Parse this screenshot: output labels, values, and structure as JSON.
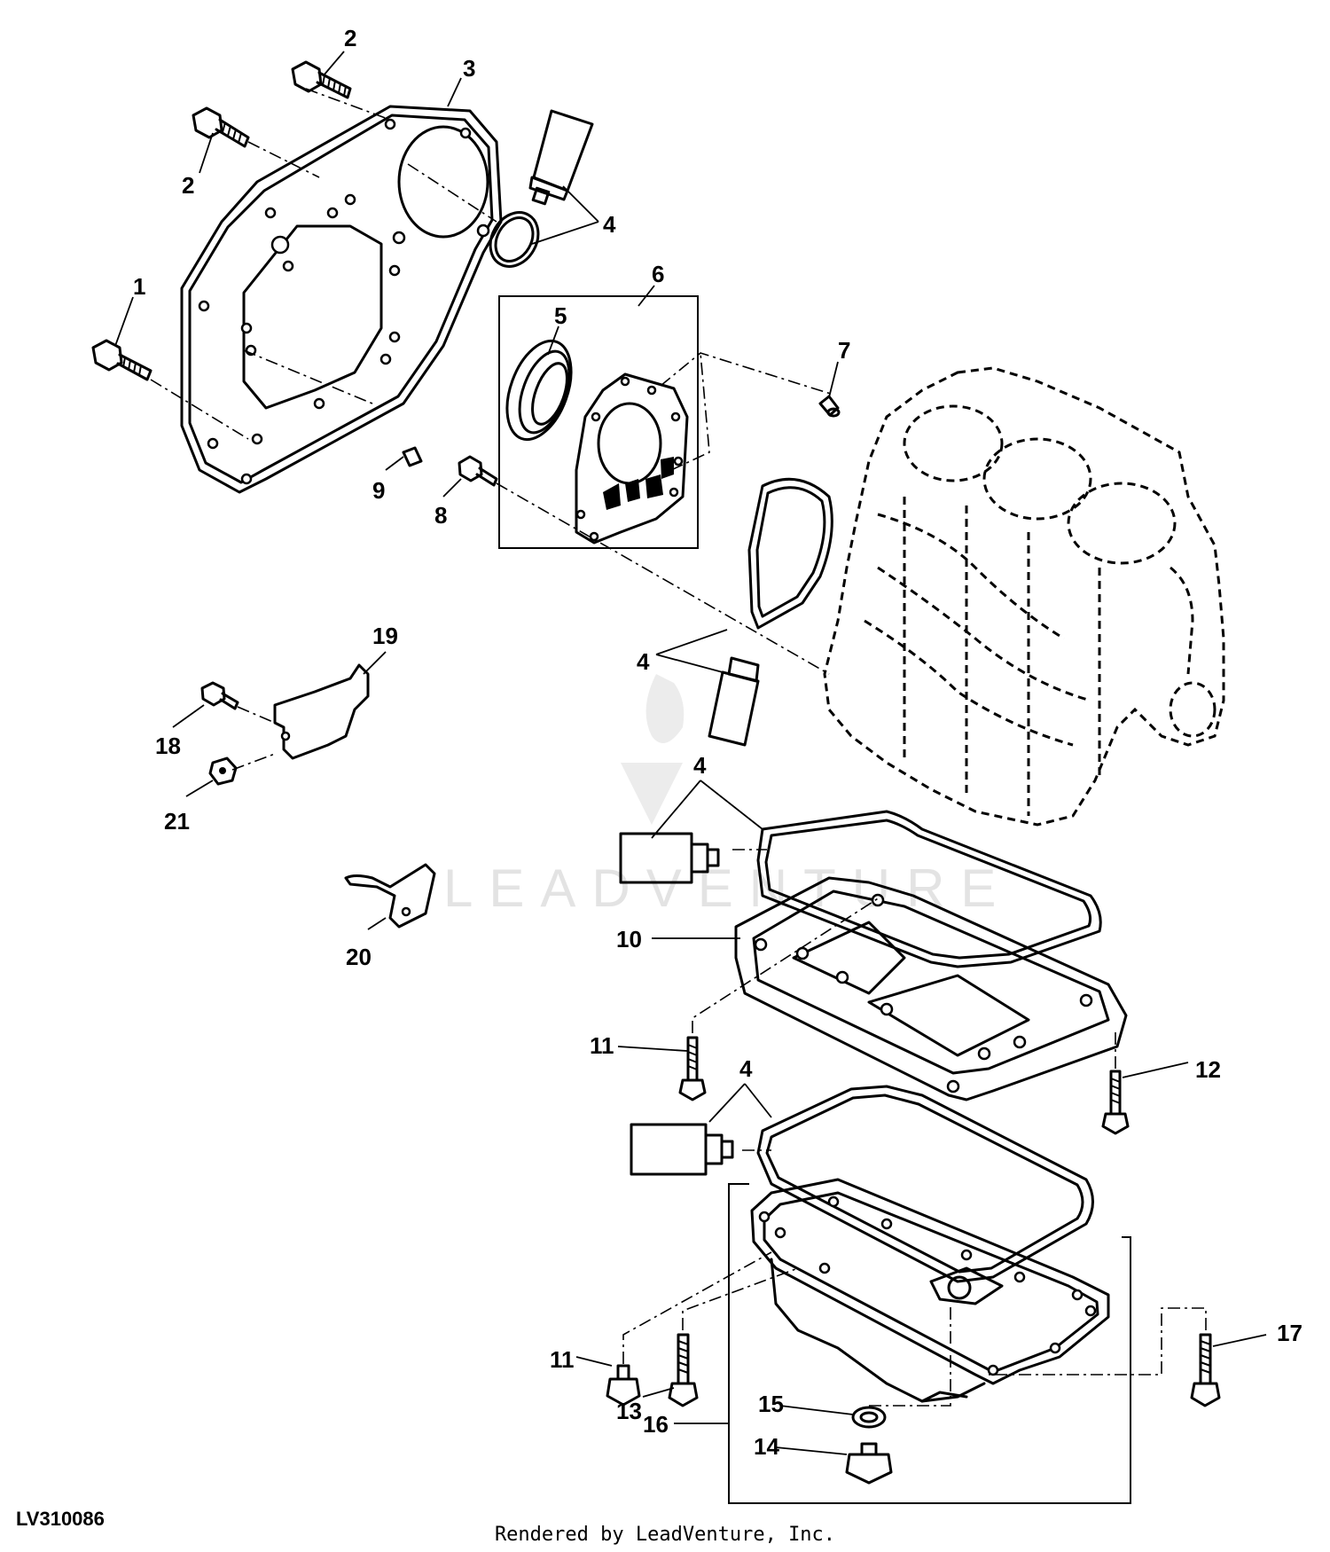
{
  "diagram": {
    "id": "LV310086",
    "watermark": "LEADVENTURE",
    "credit": "Rendered by LeadVenture, Inc."
  },
  "callouts": [
    {
      "key": "c2a",
      "text": "2"
    },
    {
      "key": "c3",
      "text": "3"
    },
    {
      "key": "c2b",
      "text": "2"
    },
    {
      "key": "c4a",
      "text": "4"
    },
    {
      "key": "c6",
      "text": "6"
    },
    {
      "key": "c1",
      "text": "1"
    },
    {
      "key": "c5",
      "text": "5"
    },
    {
      "key": "c7",
      "text": "7"
    },
    {
      "key": "c9",
      "text": "9"
    },
    {
      "key": "c8",
      "text": "8"
    },
    {
      "key": "c19",
      "text": "19"
    },
    {
      "key": "c4b",
      "text": "4"
    },
    {
      "key": "c18",
      "text": "18"
    },
    {
      "key": "c21",
      "text": "21"
    },
    {
      "key": "c4c",
      "text": "4"
    },
    {
      "key": "c20",
      "text": "20"
    },
    {
      "key": "c10",
      "text": "10"
    },
    {
      "key": "c11a",
      "text": "11"
    },
    {
      "key": "c12",
      "text": "12"
    },
    {
      "key": "c4d",
      "text": "4"
    },
    {
      "key": "c17",
      "text": "17"
    },
    {
      "key": "c11b",
      "text": "11"
    },
    {
      "key": "c15",
      "text": "15"
    },
    {
      "key": "c13",
      "text": "13"
    },
    {
      "key": "c16",
      "text": "16"
    },
    {
      "key": "c14",
      "text": "14"
    }
  ]
}
